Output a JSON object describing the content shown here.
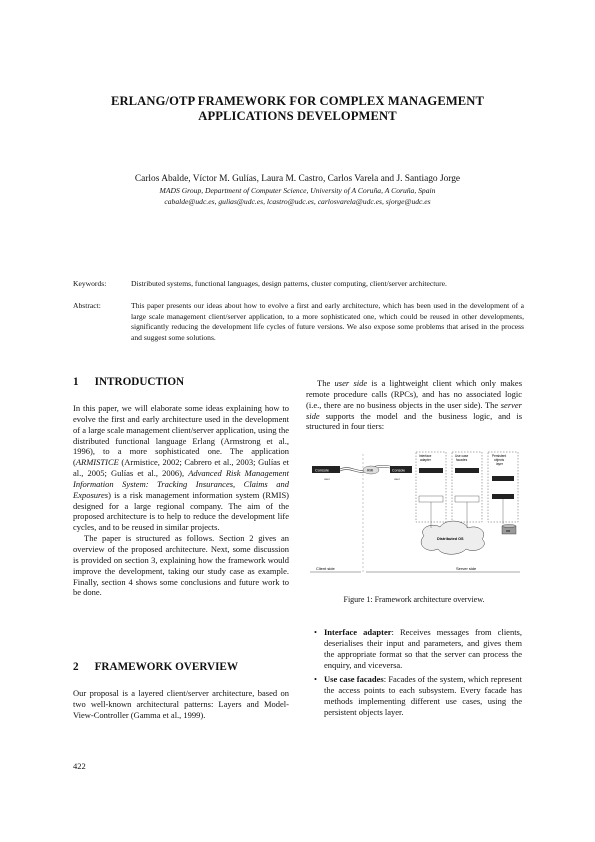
{
  "paper": {
    "title_line1": "ERLANG/OTP FRAMEWORK FOR COMPLEX MANAGEMENT",
    "title_line2": "APPLICATIONS DEVELOPMENT",
    "authors": "Carlos Abalde, Víctor M. Gulías, Laura M. Castro, Carlos Varela and J. Santiago Jorge",
    "affiliation": "MADS Group, Department of Computer Science, University of A Coruña, A Coruña, Spain",
    "emails": "cabalde@udc.es, gulias@udc.es, lcastro@udc.es, carlosvarela@udc.es, sjorge@udc.es"
  },
  "keywords": {
    "label": "Keywords:",
    "text": "Distributed systems, functional languages, design patterns, cluster computing, client/server architecture."
  },
  "abstract": {
    "label": "Abstract:",
    "text": "This paper presents our ideas about how to evolve a first and early architecture, which has been used in the development of a large scale management client/server application, to a more sophisticated one, which could be reused in other developments, significantly reducing the development life cycles of future versions. We also expose some problems that arised in the process and suggest some solutions."
  },
  "section1": {
    "number": "1",
    "title": "INTRODUCTION",
    "p1_a": "In this paper, we will elaborate some ideas explaining how to evolve the first and early architecture used in the development of a large scale management client/server application, using the distributed functional language Erlang (Armstrong et al., 1996), to a more sophisticated one. The application (",
    "p1_armisticeref": "ARMISTICE",
    "p1_b": " (Armistice, 2002; Cabrero et al., 2003; Gulías et al., 2005; Gulías et al., 2006), ",
    "p1_rmisname": "Advanced Risk Management Information System: Tracking Insurances, Claims and Exposures",
    "p1_c": ") is a risk management information system (RMIS) designed for a large regional company. The aim of the proposed architecture is to help to reduce the development life cycles, and to be reused in similar projects.",
    "p2": "The paper is structured as follows. Section 2 gives an overview of the proposed architecture. Next, some discussion is provided on section 3, explaining how the framework would improve the development, taking our study case as example. Finally, section 4 shows some conclusions and future work to be done."
  },
  "section2": {
    "number": "2",
    "title": "FRAMEWORK OVERVIEW",
    "p1": "Our proposal is a layered client/server architecture, based on two well-known architectural patterns: Layers and Model-View-Controller (Gamma et al., 1999)."
  },
  "right_column": {
    "p1_a": "The ",
    "p1_userside": "user side",
    "p1_b": " is a lightweight client which only makes remote procedure calls (RPCs), and has no associated logic (i.e., there are no business objects in the user side). The ",
    "p1_serverside": "server side",
    "p1_c": " supports the model and the business logic, and is structured in four tiers:"
  },
  "figure": {
    "caption": "Figure 1: Framework architecture overview.",
    "labels": {
      "console_left": "Console",
      "rmi": "RMI",
      "console_server": "Console",
      "interface_adapter": "Interface adapter",
      "use_case_facades": "Use case facades",
      "persistent_objects": "Persistent objects layer",
      "distributed_os": "Distributed OS",
      "client_side": "Client side",
      "server_side": "Server side",
      "db": "DB",
      "user": "user"
    }
  },
  "bullets": [
    {
      "term": "Interface adapter",
      "text": ": Receives messages from clients, deserialises their input and parameters, and gives them the appropriate format so that the server can process the enquiry, and viceversa."
    },
    {
      "term": "Use case facades",
      "text": ": Facades of the system, which represent the access points to each subsystem. Every facade has methods implementing different use cases, using the persistent objects layer."
    }
  ],
  "page_number": "422"
}
